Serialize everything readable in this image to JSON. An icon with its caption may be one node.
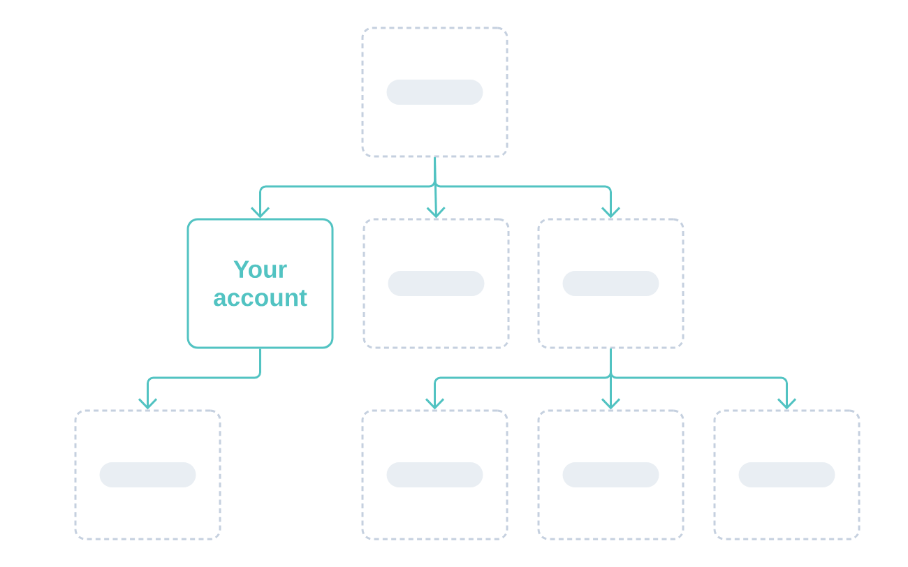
{
  "diagram": {
    "nodes": [
      {
        "text": [],
        "shape": "box"
      },
      {
        "text": [
          "Your account"
        ]
      },
      {
        "text": [],
        "shape": "box"
      },
      {
        "text": [],
        "shape": "box"
      },
      {
        "text": [],
        "shape": "box"
      },
      {
        "text": [],
        "shape": "box"
      },
      {
        "text": [],
        "shape": "box"
      },
      {
        "text": [],
        "shape": "box"
      }
    ],
    "edges": [
      {
        "from": 0,
        "to": 1,
        "arrow": "to"
      },
      {
        "from": 0,
        "to": 2,
        "arrow": "to"
      },
      {
        "from": 0,
        "to": 3,
        "arrow": "to"
      },
      {
        "from": 1,
        "to": 4,
        "arrow": "to"
      },
      {
        "from": 3,
        "to": 5,
        "arrow": "to"
      },
      {
        "from": 3,
        "to": 6,
        "arrow": "to"
      },
      {
        "from": 3,
        "to": 7,
        "arrow": "to"
      }
    ]
  }
}
